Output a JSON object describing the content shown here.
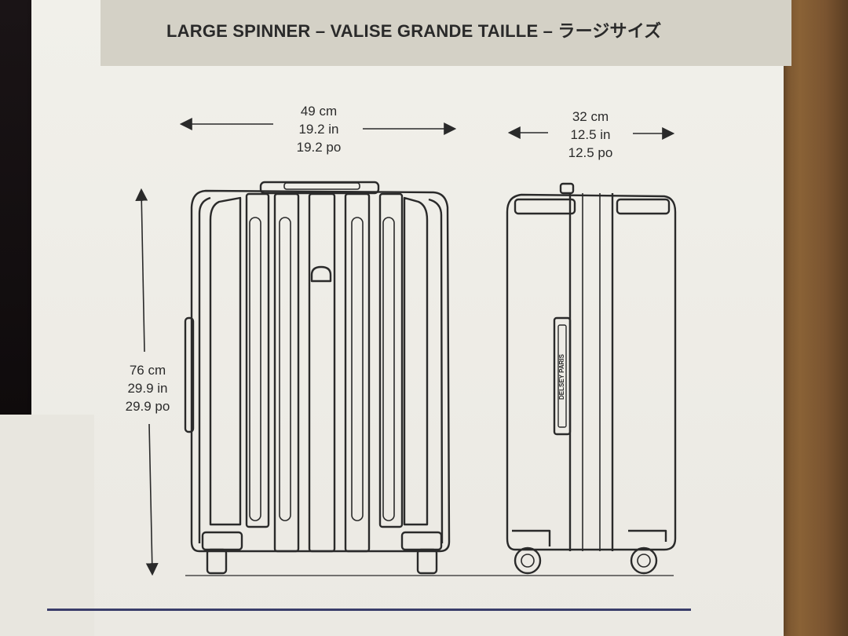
{
  "header": {
    "title": "LARGE SPINNER – VALISE GRANDE TAILLE – ラージサイズ"
  },
  "dimensions": {
    "width": {
      "cm": "49 cm",
      "in": "19.2 in",
      "po": "19.2 po"
    },
    "depth": {
      "cm": "32 cm",
      "in": "12.5 in",
      "po": "12.5 po"
    },
    "height": {
      "cm": "76 cm",
      "in": "29.9 in",
      "po": "29.9 po"
    }
  },
  "brand_plate": {
    "text": "DELSEY PARIS"
  },
  "colors": {
    "line": "#2a2a2a",
    "title_band": "#d4d1c6",
    "rule": "#3a3d6a"
  }
}
